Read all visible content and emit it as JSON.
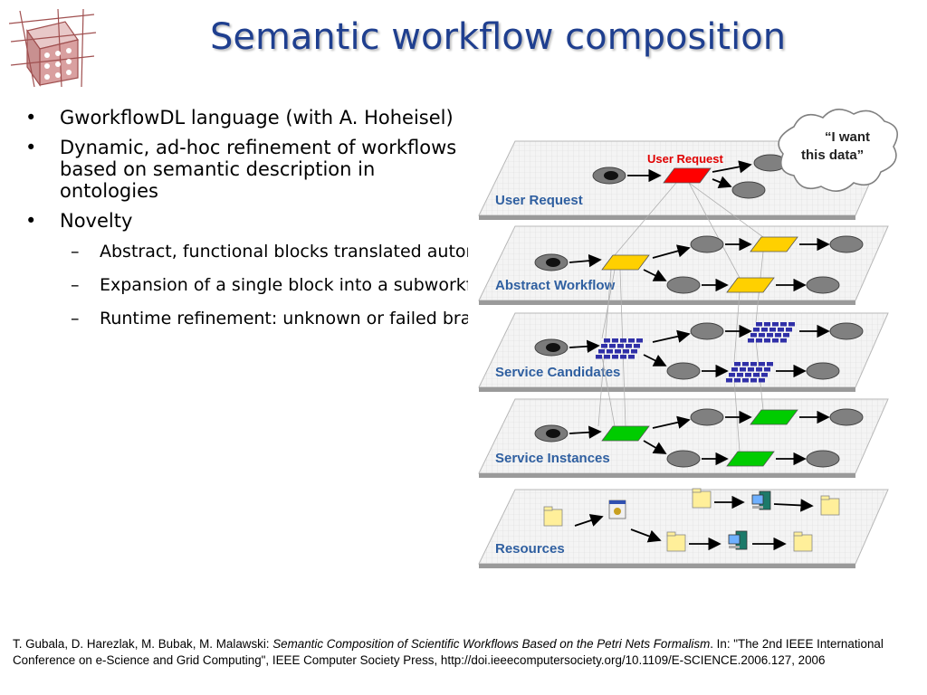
{
  "title": "Semantic workflow composition",
  "bullets": [
    {
      "text": "GworkflowDL language (with A. Hoheisel)"
    },
    {
      "text": "Dynamic, ad-hoc refinement of workflows based on semantic description in ontologies"
    },
    {
      "text": "Novelty",
      "children": [
        "Abstract, functional blocks translated automatically into computation unit candidates (services)",
        "Expansion of a single block into a subworkflow with proper concurrency and parallelism constructs (based on Petri Nets)",
        "Runtime refinement: unknown or failed branches are re-constructed with different computation unit candidates"
      ]
    }
  ],
  "diagram": {
    "layers": [
      "User Request",
      "Abstract Workflow",
      "Service Candidates",
      "Service Instances",
      "Resources"
    ],
    "user_request_label": "User Request",
    "cloud_text": [
      "“I want",
      "this data”"
    ]
  },
  "citation": {
    "authors": "T. Gubala, D. Harezlak, M. Bubak, M. Malawski: ",
    "paper_title": "Semantic Composition of Scientific Workflows Based on the Petri Nets Formalism",
    "venue": ". In: \"The 2nd IEEE International Conference on e-Science and Grid Computing\", IEEE Computer Society Press, http://doi.ieeecomputersociety.org/10.1109/E-SCIENCE.2006.127, 2006"
  },
  "colors": {
    "title": "#1f3f8f",
    "layer_label": "#2f5fa0",
    "request_box": "#ff0000",
    "abstract_box": "#ffd000",
    "candidate_grid": "#3030a8",
    "instance_box": "#00cc00",
    "node": "#808080",
    "folder": "#ffef9a"
  }
}
